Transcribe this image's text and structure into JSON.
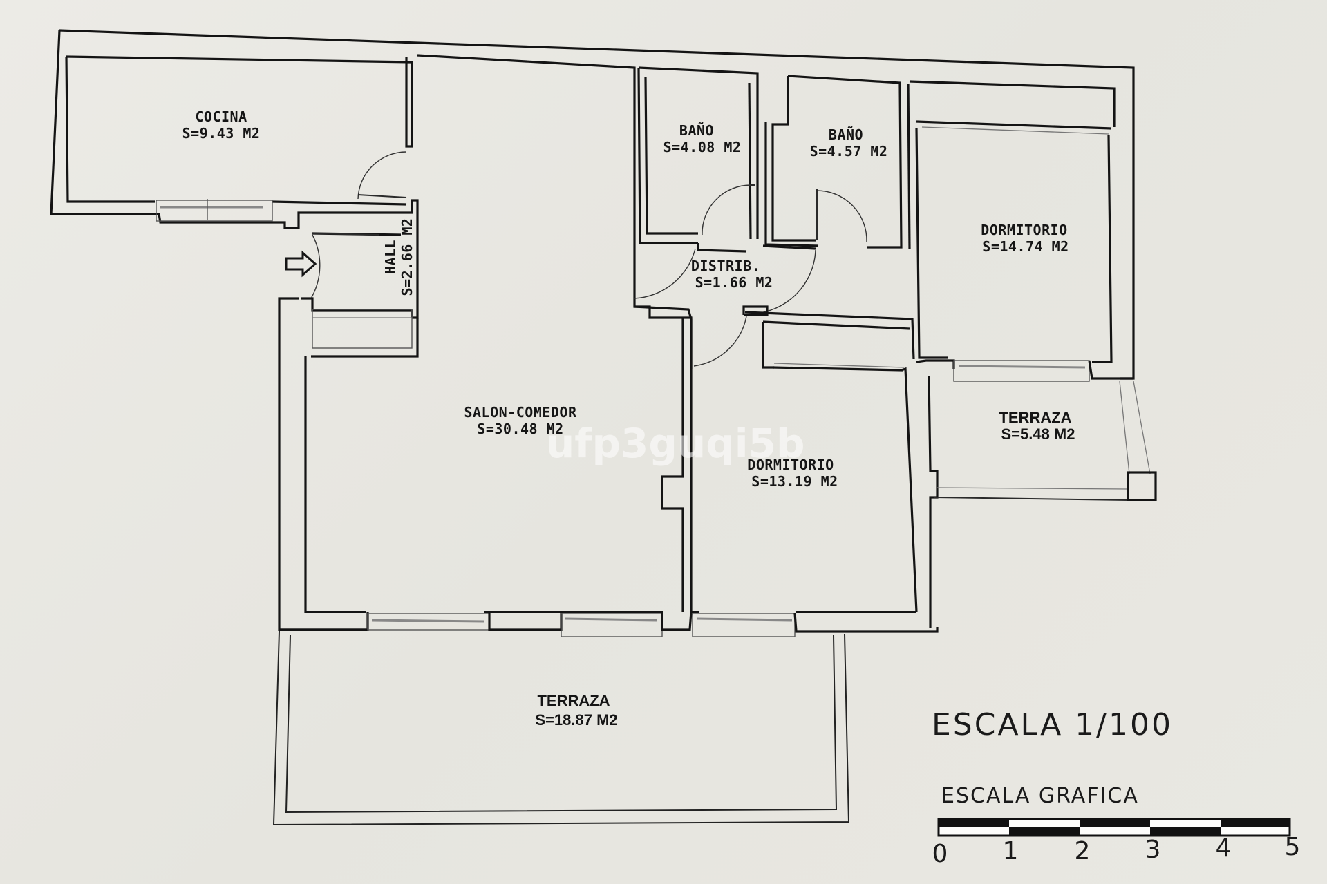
{
  "plan": {
    "rooms": [
      {
        "id": "cocina",
        "name": "COCINA",
        "area": "S=9.43  M2"
      },
      {
        "id": "hall",
        "name": "HALL",
        "area": "S=2.66  M2"
      },
      {
        "id": "bano1",
        "name": "BAÑO",
        "area": "S=4.08  M2"
      },
      {
        "id": "bano2",
        "name": "BAÑO",
        "area": "S=4.57  M2"
      },
      {
        "id": "distrib",
        "name": "DISTRIB.",
        "area": "S=1.66  M2"
      },
      {
        "id": "dormitorio1",
        "name": "DORMITORIO",
        "area": "S=14.74  M2"
      },
      {
        "id": "salon",
        "name": "SALON-COMEDOR",
        "area": "S=30.48  M2"
      },
      {
        "id": "dormitorio2",
        "name": "DORMITORIO",
        "area": "S=13.19  M2"
      },
      {
        "id": "terraza_small",
        "name": "TERRAZA",
        "area": "S=5.48  M2"
      },
      {
        "id": "terraza_large",
        "name": "TERRAZA",
        "area": "S=18.87  M2"
      }
    ],
    "entrance_icon": "arrow-right-icon"
  },
  "scale": {
    "title": "ESCALA 1/100",
    "graphic_label": "ESCALA GRAFICA",
    "ticks": [
      "0",
      "1",
      "2",
      "3",
      "4",
      "5"
    ]
  },
  "watermark": "ufp3guqi5b",
  "colors": {
    "paper": "#e9e8e3",
    "ink": "#141414"
  }
}
